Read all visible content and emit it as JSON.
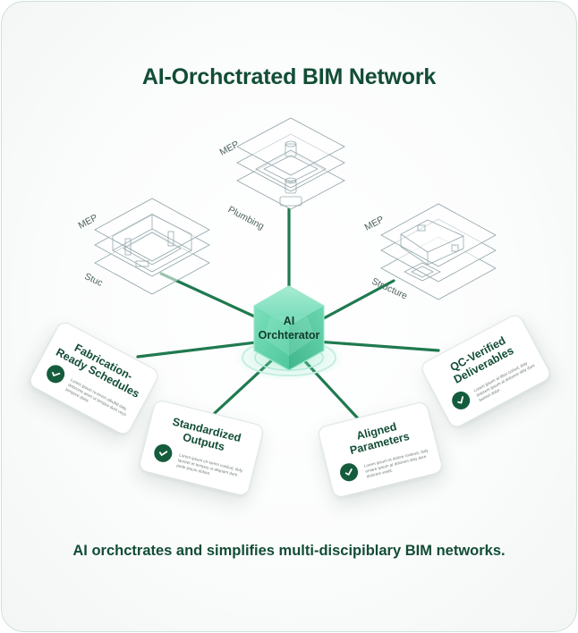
{
  "title": "AI-Orchctrated BIM Network",
  "caption": "AI orchctrates and simplifies multi-discipiblary BIM networks.",
  "colors": {
    "accent_dark": "#124d35",
    "connector": "#1f7a4f",
    "hub_fill": "#6fd9b5",
    "check_fill": "#155c3d",
    "frame_border": "#cfe0d8"
  },
  "hub": {
    "label_line1": "AI",
    "label_line2": "Orchterator",
    "icon": "hexagon-cube-icon"
  },
  "model_stacks": [
    {
      "id": "top",
      "top_label": "MEP",
      "bottom_label": "Plumbing"
    },
    {
      "id": "left",
      "top_label": "MEP",
      "bottom_label": "Stuc"
    },
    {
      "id": "right",
      "top_label": "MEP",
      "bottom_label": "Structure"
    }
  ],
  "cards": [
    {
      "title": "Fabrication-Ready Schedules",
      "body": "Lorem ipsum re-lorem sibullid daty, doloronis amet ut tempus dure veyo tempore dolot.",
      "icon": "check-circle-icon"
    },
    {
      "title": "Standardized Outputs",
      "body": "Lorem ipsum ctr-lorem conliud, duty laoreet et tempus ut aliquam dure pede ipsum dolore.",
      "icon": "check-circle-icon"
    },
    {
      "title": "Aligned Parameters",
      "body": "Lorem ipsum et dolore ronteud, duty ornare ipsum at dolorem sbty dure dolorem vestit.",
      "icon": "check-circle-icon"
    },
    {
      "title": "QC-Verified Deliverables",
      "body": "Lorem ipsum at tibor cortud, duty dolorem ipsum at dolorem sbty dure laoreet dolor.",
      "icon": "check-circle-icon"
    }
  ]
}
